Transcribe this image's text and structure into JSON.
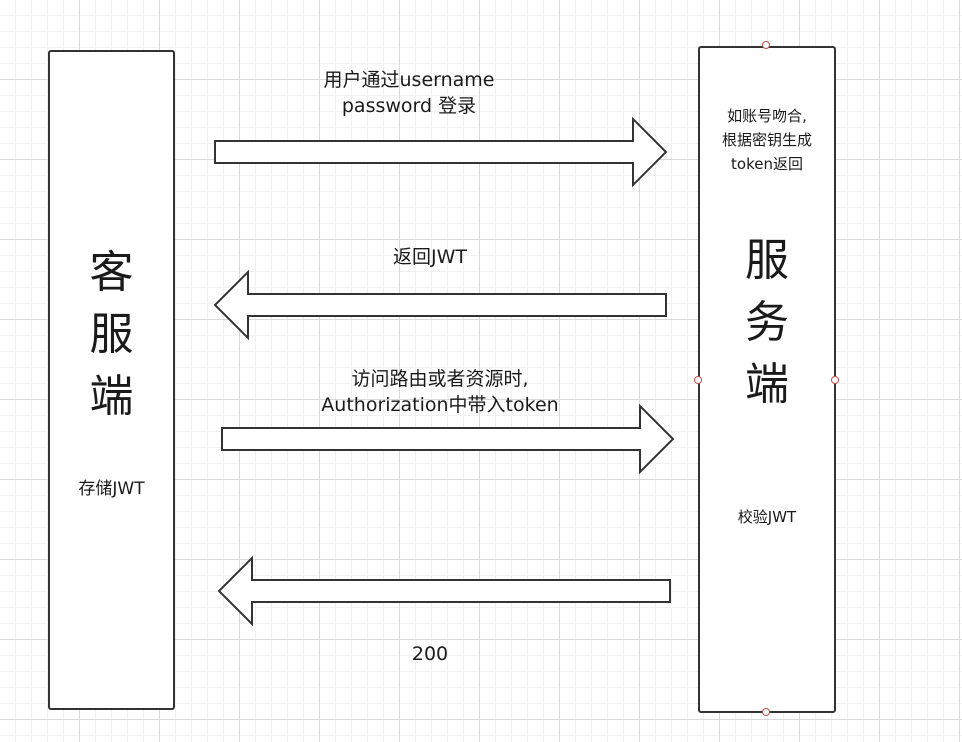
{
  "client": {
    "title_chars": [
      "客",
      "服",
      "端"
    ],
    "note": "存储JWT"
  },
  "server": {
    "title_chars": [
      "服",
      "务",
      "端"
    ],
    "top_note_lines": [
      "如账号吻合,",
      "根据密钥生成",
      "token返回"
    ],
    "bottom_note": "校验JWT"
  },
  "arrows": {
    "login": {
      "direction": "right",
      "label_lines": [
        "用户通过username",
        "password 登录"
      ]
    },
    "return_jwt": {
      "direction": "left",
      "label_lines": [
        "返回JWT"
      ]
    },
    "access_resource": {
      "direction": "right",
      "label_lines": [
        "访问路由或者资源时,",
        "Authorization中带入token"
      ]
    },
    "response": {
      "direction": "left",
      "label_lines": [
        "200"
      ]
    }
  },
  "colors": {
    "stroke": "#333333",
    "handle": "#c0504d",
    "grid": "#d9d9d9"
  }
}
